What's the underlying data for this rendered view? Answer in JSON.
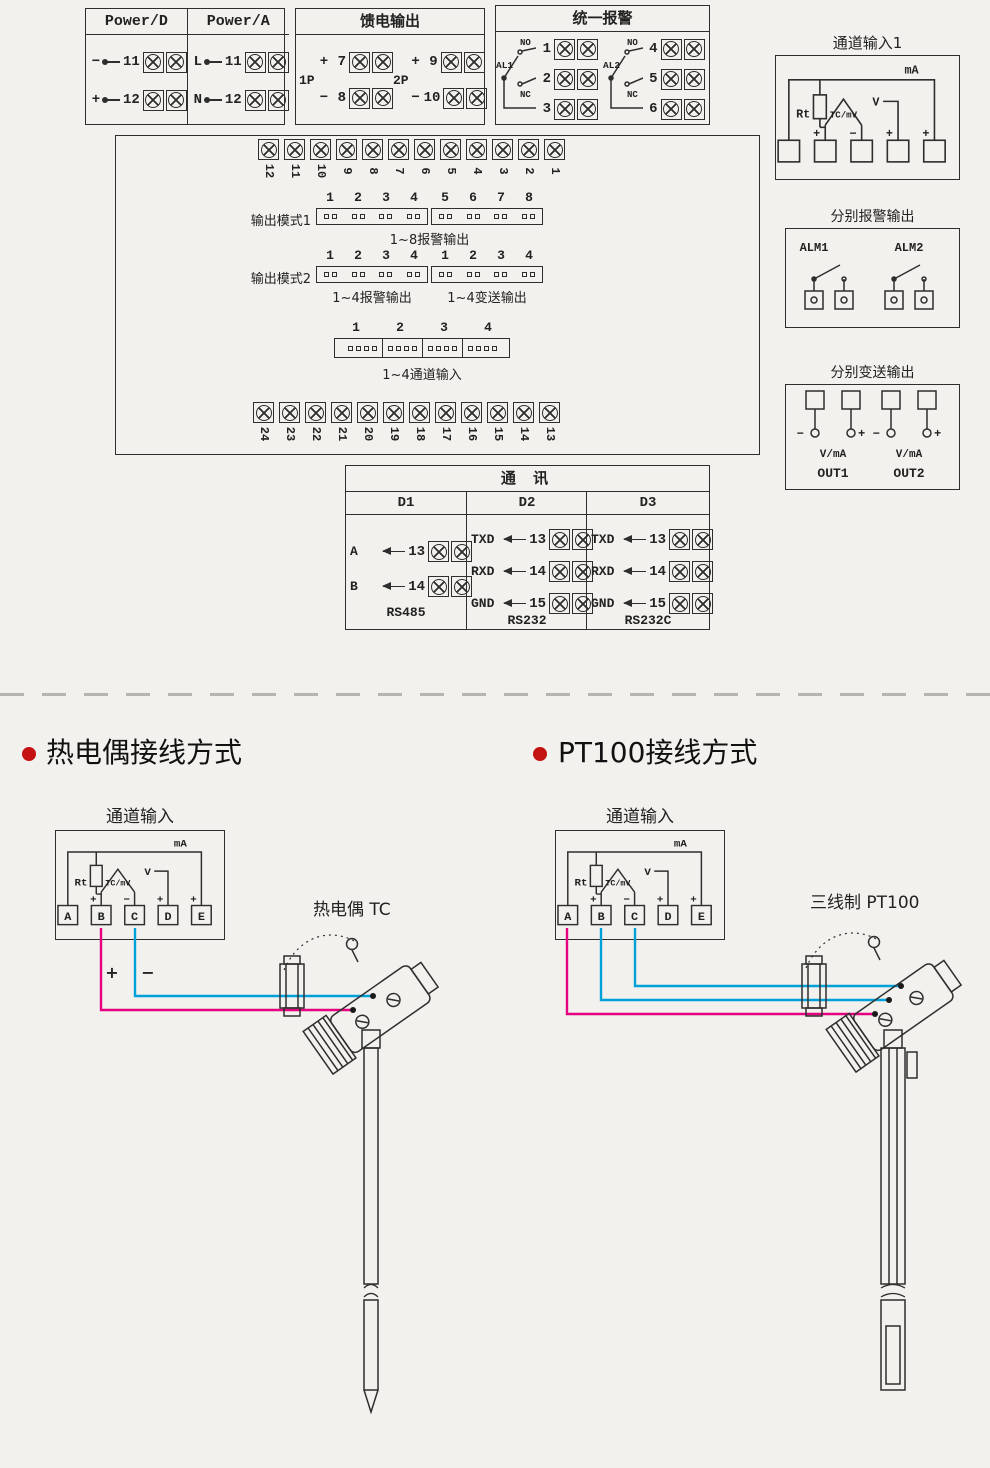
{
  "power": {
    "header_d": "Power/D",
    "header_a": "Power/A",
    "rows_d": [
      {
        "sign": "−",
        "num": "11"
      },
      {
        "sign": "+",
        "num": "12"
      }
    ],
    "rows_a": [
      {
        "sign": "L",
        "num": "11"
      },
      {
        "sign": "N",
        "num": "12"
      }
    ]
  },
  "feed": {
    "title": "馈电输出",
    "groups": [
      {
        "label": "1P",
        "rows": [
          {
            "sign": "+",
            "num": "7"
          },
          {
            "sign": "−",
            "num": "8"
          }
        ]
      },
      {
        "label": "2P",
        "rows": [
          {
            "sign": "+",
            "num": "9"
          },
          {
            "sign": "−",
            "num": "10"
          }
        ]
      }
    ]
  },
  "alarm": {
    "title": "统一报警",
    "groups": [
      {
        "label": "AL1",
        "no": "NO",
        "nc": "NC",
        "terms": [
          "1",
          "2",
          "3"
        ]
      },
      {
        "label": "AL2",
        "no": "NO",
        "nc": "NC",
        "terms": [
          "4",
          "5",
          "6"
        ]
      }
    ]
  },
  "channel1": {
    "title": "通道输入1"
  },
  "circuit": {
    "rt": "Rt",
    "tc": "TC/mV",
    "v": "V",
    "ma": "mA",
    "plus": "+",
    "minus": "−"
  },
  "channel_letters": [
    "A",
    "B",
    "C",
    "D",
    "E"
  ],
  "board": {
    "top_strip": [
      "12",
      "11",
      "10",
      "9",
      "8",
      "7",
      "6",
      "5",
      "4",
      "3",
      "2",
      "1"
    ],
    "bottom_strip": [
      "24",
      "23",
      "22",
      "21",
      "20",
      "19",
      "18",
      "17",
      "16",
      "15",
      "14",
      "13"
    ],
    "mode1": {
      "label": "输出模式1",
      "nums": [
        "1",
        "2",
        "3",
        "4",
        "5",
        "6",
        "7",
        "8"
      ],
      "caption": "1~8报警输出"
    },
    "mode2": {
      "label": "输出模式2",
      "nums": [
        "1",
        "2",
        "3",
        "4",
        "1",
        "2",
        "3",
        "4"
      ],
      "caption_a": "1~4报警输出",
      "caption_b": "1~4变送输出"
    },
    "chconn": {
      "nums": [
        "1",
        "2",
        "3",
        "4"
      ],
      "caption": "1~4通道输入"
    }
  },
  "sep_alarm": {
    "title": "分别报警输出",
    "alm1": "ALM1",
    "alm2": "ALM2"
  },
  "sep_out": {
    "title": "分别变送输出",
    "minus": "−",
    "plus": "+",
    "vma1": "V/mA",
    "vma2": "V/mA",
    "out1": "OUT1",
    "out2": "OUT2"
  },
  "comm": {
    "title": "通  讯",
    "cols": [
      {
        "h": "D1",
        "rows": [
          {
            "l": "A",
            "n": "13"
          },
          {
            "l": "B",
            "n": "14"
          }
        ],
        "f": "RS485"
      },
      {
        "h": "D2",
        "rows": [
          {
            "l": "TXD",
            "n": "13"
          },
          {
            "l": "RXD",
            "n": "14"
          },
          {
            "l": "GND",
            "n": "15"
          }
        ],
        "f": "RS232"
      },
      {
        "h": "D3",
        "rows": [
          {
            "l": "TXD",
            "n": "13"
          },
          {
            "l": "RXD",
            "n": "14"
          },
          {
            "l": "GND",
            "n": "15"
          }
        ],
        "f": "RS232C"
      }
    ]
  },
  "tc": {
    "heading": "热电偶接线方式",
    "channel": "通道输入",
    "plus": "+",
    "minus": "−",
    "probe": "热电偶 TC"
  },
  "pt": {
    "heading": "PT100接线方式",
    "channel": "通道输入",
    "probe": "三线制 PT100"
  }
}
